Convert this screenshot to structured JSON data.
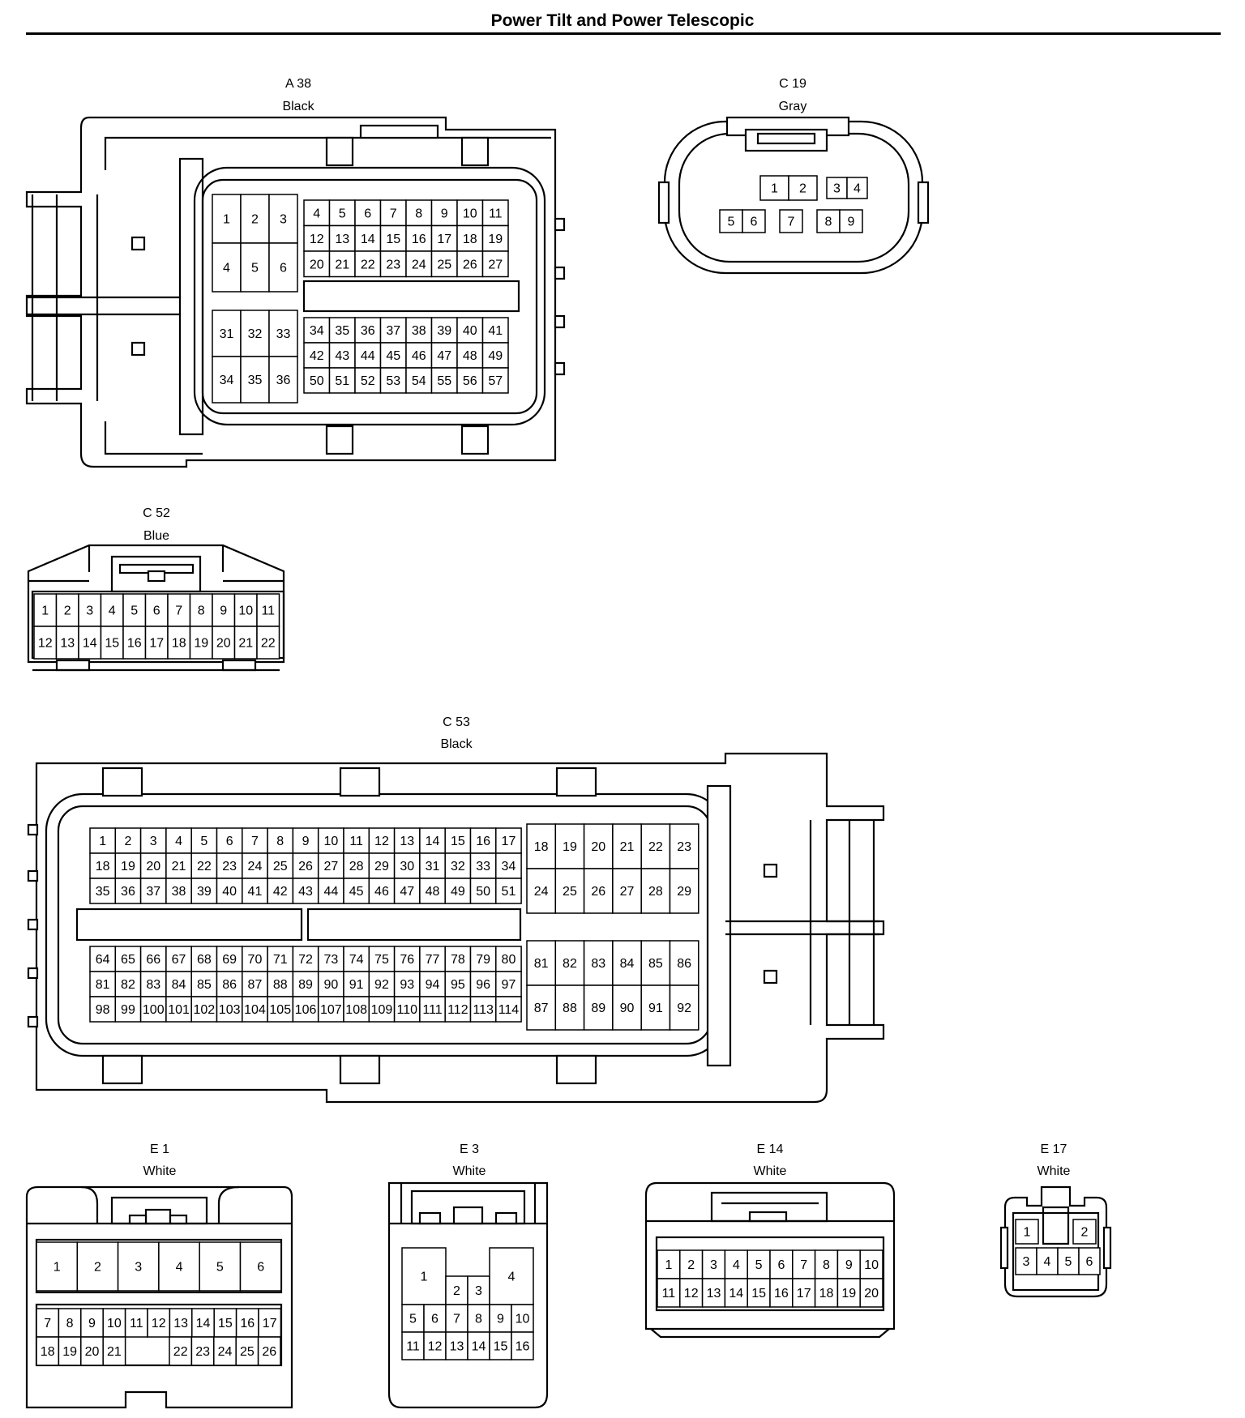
{
  "title": "Power Tilt and Power Telescopic",
  "connectors": [
    {
      "id": "A 38",
      "color": "Black"
    },
    {
      "id": "C 19",
      "color": "Gray"
    },
    {
      "id": "C 52",
      "color": "Blue"
    },
    {
      "id": "C 53",
      "color": "Black"
    },
    {
      "id": "E 1",
      "color": "White"
    },
    {
      "id": "E 3",
      "color": "White"
    },
    {
      "id": "E 14",
      "color": "White"
    },
    {
      "id": "E 17",
      "color": "White"
    }
  ]
}
